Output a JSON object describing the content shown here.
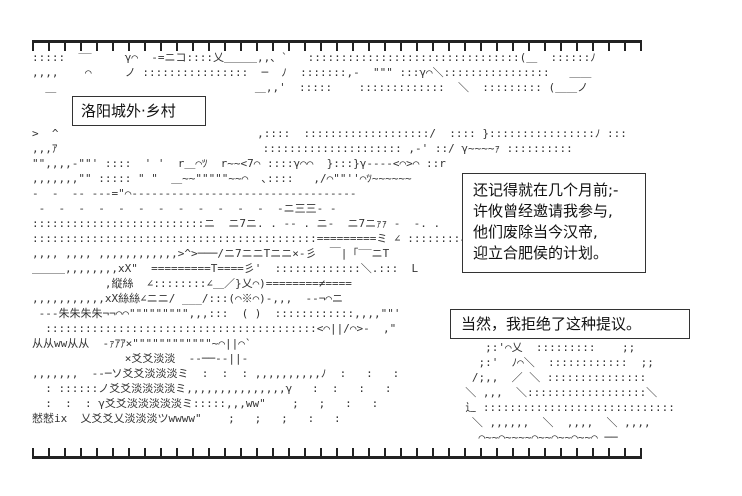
{
  "location_caption": "洛阳城外·乡村",
  "speech_1": [
    "还记得就在几个月前;-",
    "许攸曾经邀请我参与,",
    "他们废除当今汉帝,",
    "迎立合肥侯的计划。"
  ],
  "speech_2": "当然，我拒绝了这种提议。",
  "art_lines": [
    ":::::  ‾‾     γ⌒  -=ニコ::::乂＿＿＿,,、`   ::::::::::::::::::::::::::::::::(＿  ::::::ﾉ",
    ",,,,    ⌒     ノ ::::::::::::::::  ─  ﾉ  :::::::,-  \"\"\" :::γ⌒＼::::::::::::::::   ＿＿",
    "  ＿                              ＿,,'  :::::    :::::::::::::  ＼  ::::::::: (＿＿ノ",
    ">  ^                              ,::::  :::::::::::::::::::/  :::: }::::::::::::::::ﾉ :::",
    ",,,ｱ                               ::::::::::::::::::::: ,-' ::/ γ~~~~ｧ ::::::::::",
    "\"\",,,,-\"\"' ::::  ' '  r＿⌒ﾂ  r~~<7⌒ ::::γ⌒⌒  }:::}γ----<⌒>⌒ ::r",
    ",,,,,,,\"\" ::::: \" \"  ＿~~\"\"\"\"\"~~⌒  ､::::   ,/⌒\"\"''⌒ﾂ~~~~~~",
    "-  ‐  ‐‐ ‐‐‐=\"⌒‐‐‐‐‐‐‐‐‐‐‐‐‐‐‐‐‐‐‐‐‐‐‐‐‐‐‐‐‐‐‐‐‐‐",
    " -  -  -  -  -  -  -  -  -  -  -  -  -ニ三三- -",
    "::::::::::::::::::::::::::ニ  ニ7ニ. . ‐‐ . ニ‐  ニ7ニｧｧ ‐  ‐. .",
    ":::::::::::::::::::::::::::::::::::::::::::=========ミ ∠ ::::::::∠",
    ",,,, ,,,, ,,,,,,,,,,,,>^>───/ニ7ニニTニニ×‐彡  ￣|「‾‾ニT",
    "＿＿＿,,,,,,,,xX\"  =========T====彡'  :::::::::::::＼.:::  L",
    "           ,縦絲  ∠::::::::∠＿／}乂⌒)========≠====",
    ",,,,,,,,,,,xX絲絲∠ニニ/ ___/:::(⌒※⌒)-,,,  ‐‐¬⌒ニ",
    " ‐‐‐朱朱朱朱¬¬⌒⌒\"\"\"\"\"\"\"\"\",,,:::  ( )  ::::::::::::,,,,\"\"'",
    "  :::::::::::::::::::::::::::::::::::::::::<⌒||/⌒>-  ,\"",
    "从从ww从从  ‐ｧｱｱ×\"\"\"\"\"\"\"\"\"\"\"\"~⌒||⌒`",
    "              ×爻爻淡淡  ‐‐──‐‐||‐",
    ",,,,,,,  ‐‐─ソ爻爻淡淡淡ミ  :  :  : ,,,,,,,,,,ﾉ  :   :   :",
    "  : ::::::ノ爻爻淡淡淡淡ミ,,,,,,,,,,,,,,,γ   :  :   :   :",
    "  :  :  : γ爻爻淡淡淡淡淡ミ:::::,,,ww\"    ;   ;   :   :",
    "憖憖ix  乂爻爻乂淡淡淡ツwwww\"    ;   ;   ;   :   :"
  ],
  "art_lines_right": [
    "     ;:'⌒乂  :::::::::    ;;",
    "    ;:'  ﾉ⌒＼  ::::::::::::  ;;",
    "   /;,,  ／ ＼ :::::::::::::::",
    "  ＼ ,,,  ＼::::::::::::::::::＼",
    "  辶 :::::::::::::::::::::::::::::",
    "   ＼ ,,,,,,  ＼  ,,,,  ＼ ,,,,  ",
    "    ⌒~~⌒~~~~⌒~~⌒~~⌒~~⌒ ──"
  ]
}
